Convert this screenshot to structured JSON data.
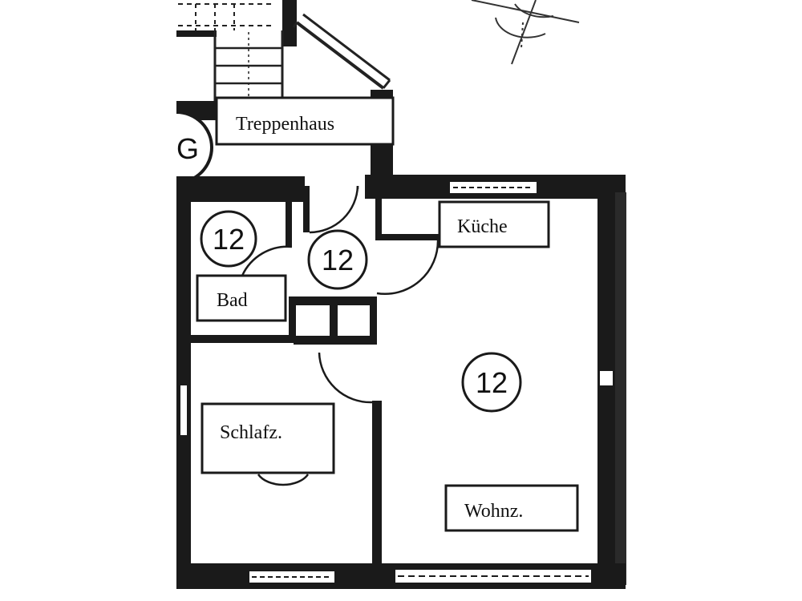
{
  "rooms": {
    "treppenhaus": "Treppenhaus",
    "kueche": "Küche",
    "bad": "Bad",
    "schlafzimmer": "Schlafz.",
    "wohnzimmer": "Wohnz."
  },
  "markers": {
    "bad": "12",
    "flur": "12",
    "wohnzimmer": "12",
    "treppenhaus_partial": "G"
  },
  "colors": {
    "wall": "#1a1a1a",
    "paper": "#ffffff",
    "ink": "#111111"
  }
}
